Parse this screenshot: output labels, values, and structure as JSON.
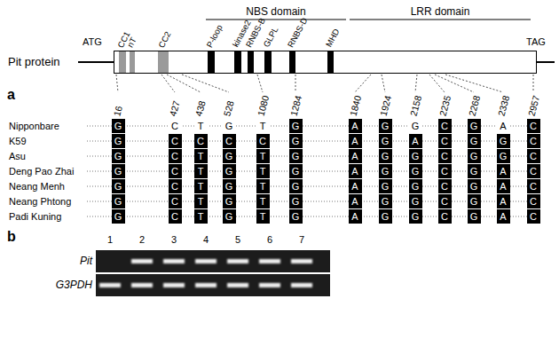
{
  "diagram": {
    "nodes": [
      {
        "text": [
          "Pit protein"
        ]
      }
    ],
    "labels": [
      "NBS domain",
      "LRR domain",
      "ATG",
      "TAG",
      "CC1",
      "nT",
      "CC2",
      "P-loop",
      "kinase2",
      "RNBS-B",
      "GLPL",
      "RNBS-D",
      "MHD",
      "a",
      "16",
      "427",
      "438",
      "528",
      "1080",
      "1284",
      "1840",
      "1924",
      "2158",
      "2235",
      "2268",
      "2338",
      "2957",
      "Nipponbare",
      "G",
      "C",
      "T",
      "G",
      "T",
      "G",
      "A",
      "G",
      "G",
      "C",
      "G",
      "A",
      "C",
      "K59",
      "G",
      "C",
      "C",
      "C",
      "C",
      "G",
      "A",
      "G",
      "A",
      "C",
      "G",
      "G",
      "C",
      "Asu",
      "G",
      "C",
      "T",
      "G",
      "T",
      "G",
      "A",
      "G",
      "G",
      "C",
      "G",
      "G",
      "C",
      "Deng Pao Zhai",
      "G",
      "C",
      "T",
      "G",
      "T",
      "G",
      "A",
      "G",
      "G",
      "C",
      "G",
      "A",
      "C",
      "Neang Menh",
      "G",
      "C",
      "T",
      "G",
      "T",
      "G",
      "A",
      "G",
      "G",
      "C",
      "G",
      "A",
      "C",
      "Neang Phtong",
      "G",
      "C",
      "T",
      "G",
      "T",
      "G",
      "A",
      "G",
      "G",
      "C",
      "G",
      "A",
      "C",
      "Padi Kuning",
      "G",
      "C",
      "T",
      "G",
      "T",
      "G",
      "A",
      "G",
      "G",
      "C",
      "G",
      "A",
      "C",
      "b",
      "1",
      "2",
      "3",
      "4",
      "5",
      "6",
      "7",
      "Pit",
      "G3PDH"
    ]
  }
}
